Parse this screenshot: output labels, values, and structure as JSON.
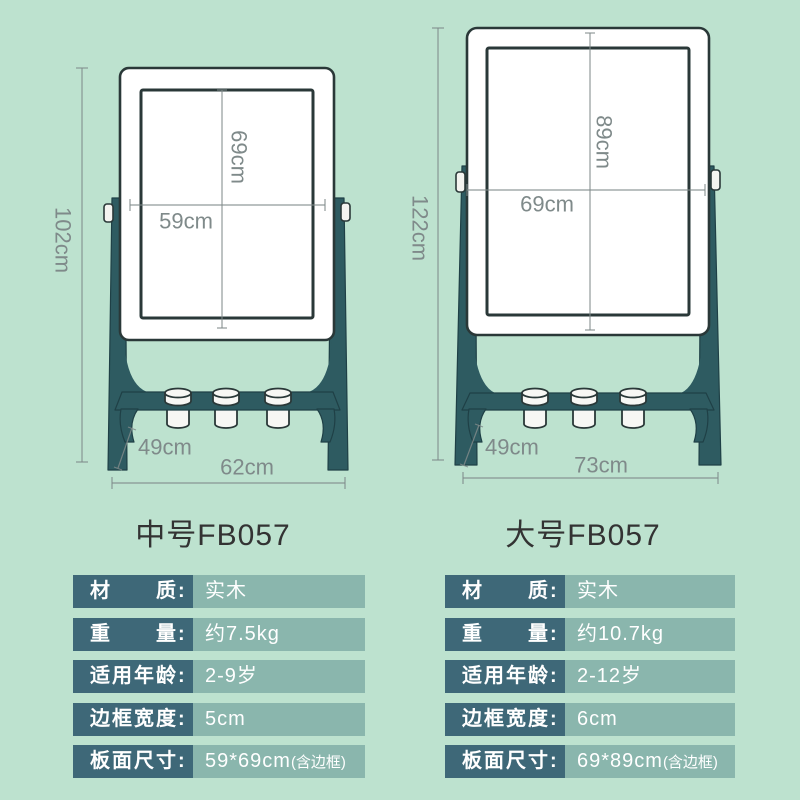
{
  "products": [
    {
      "title": "中号FB057",
      "dims": {
        "total_height": "102cm",
        "board_height": "69cm",
        "board_width": "59cm",
        "depth": "49cm",
        "total_width": "62cm"
      },
      "specs": [
        {
          "label": "材　　质:",
          "value": "实木"
        },
        {
          "label": "重　　量:",
          "value": "约7.5kg"
        },
        {
          "label": "适用年龄:",
          "value": "2-9岁"
        },
        {
          "label": "边框宽度:",
          "value": "5cm"
        },
        {
          "label": "板面尺寸:",
          "value": "59*69cm",
          "note": "(含边框)"
        }
      ]
    },
    {
      "title": "大号FB057",
      "dims": {
        "total_height": "122cm",
        "board_height": "89cm",
        "board_width": "69cm",
        "depth": "49cm",
        "total_width": "73cm"
      },
      "specs": [
        {
          "label": "材　　质:",
          "value": "实木"
        },
        {
          "label": "重　　量:",
          "value": "约10.7kg"
        },
        {
          "label": "适用年龄:",
          "value": "2-12岁"
        },
        {
          "label": "边框宽度:",
          "value": "6cm"
        },
        {
          "label": "板面尺寸:",
          "value": "69*89cm",
          "note": "(含边框)"
        }
      ]
    }
  ],
  "colors": {
    "background": "#bde2cf",
    "label_cell": "#3e6878",
    "value_cell": "#8ab6ad",
    "stand": "#2e5b61",
    "outline": "#2a3838",
    "board": "#ffffff",
    "dimension": "#7f8a8a",
    "title": "#333333"
  }
}
